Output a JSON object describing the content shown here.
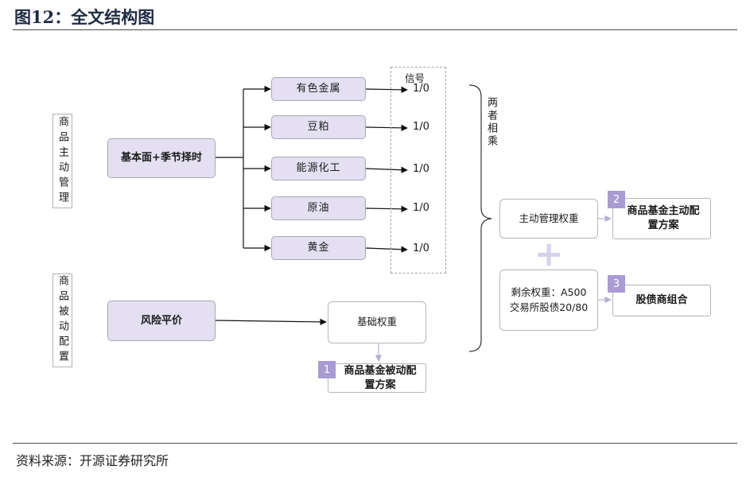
{
  "header": {
    "title": "图12：全文结构图"
  },
  "footer": {
    "source": "资料来源：开源证券研究所"
  },
  "diagram": {
    "active_label": "商品主动管理",
    "passive_label": "商品被动配置",
    "fundamental_node": "基本面+季节择时",
    "risk_parity_node": "风险平价",
    "commodities": [
      "有色金属",
      "豆粕",
      "能源化工",
      "原油",
      "黄金"
    ],
    "signal_title": "信号",
    "signal_value": "1/0",
    "multiply_label": "两者相乘",
    "active_weight": "主动管理权重",
    "remaining_weight": "剩余权重：A500交易所股债20/80",
    "base_weight": "基础权重",
    "plus_sign": "+",
    "outputs": [
      {
        "num": "1",
        "label": "商品基金被动配置方案"
      },
      {
        "num": "2",
        "label": "商品基金主动配置方案"
      },
      {
        "num": "3",
        "label": "股债商组合"
      }
    ]
  }
}
